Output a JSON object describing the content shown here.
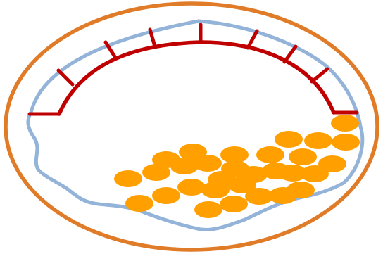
{
  "diagram": {
    "colors": {
      "outer_ring": "#e07b28",
      "inner_membrane": "#93b3d8",
      "arch_band": "#c00000",
      "particles": "#ff9f00",
      "background": "#ffffff"
    },
    "components": [
      "outer-ellipse",
      "inner-membrane",
      "arch-band-with-ticks",
      "particle-cluster"
    ]
  }
}
